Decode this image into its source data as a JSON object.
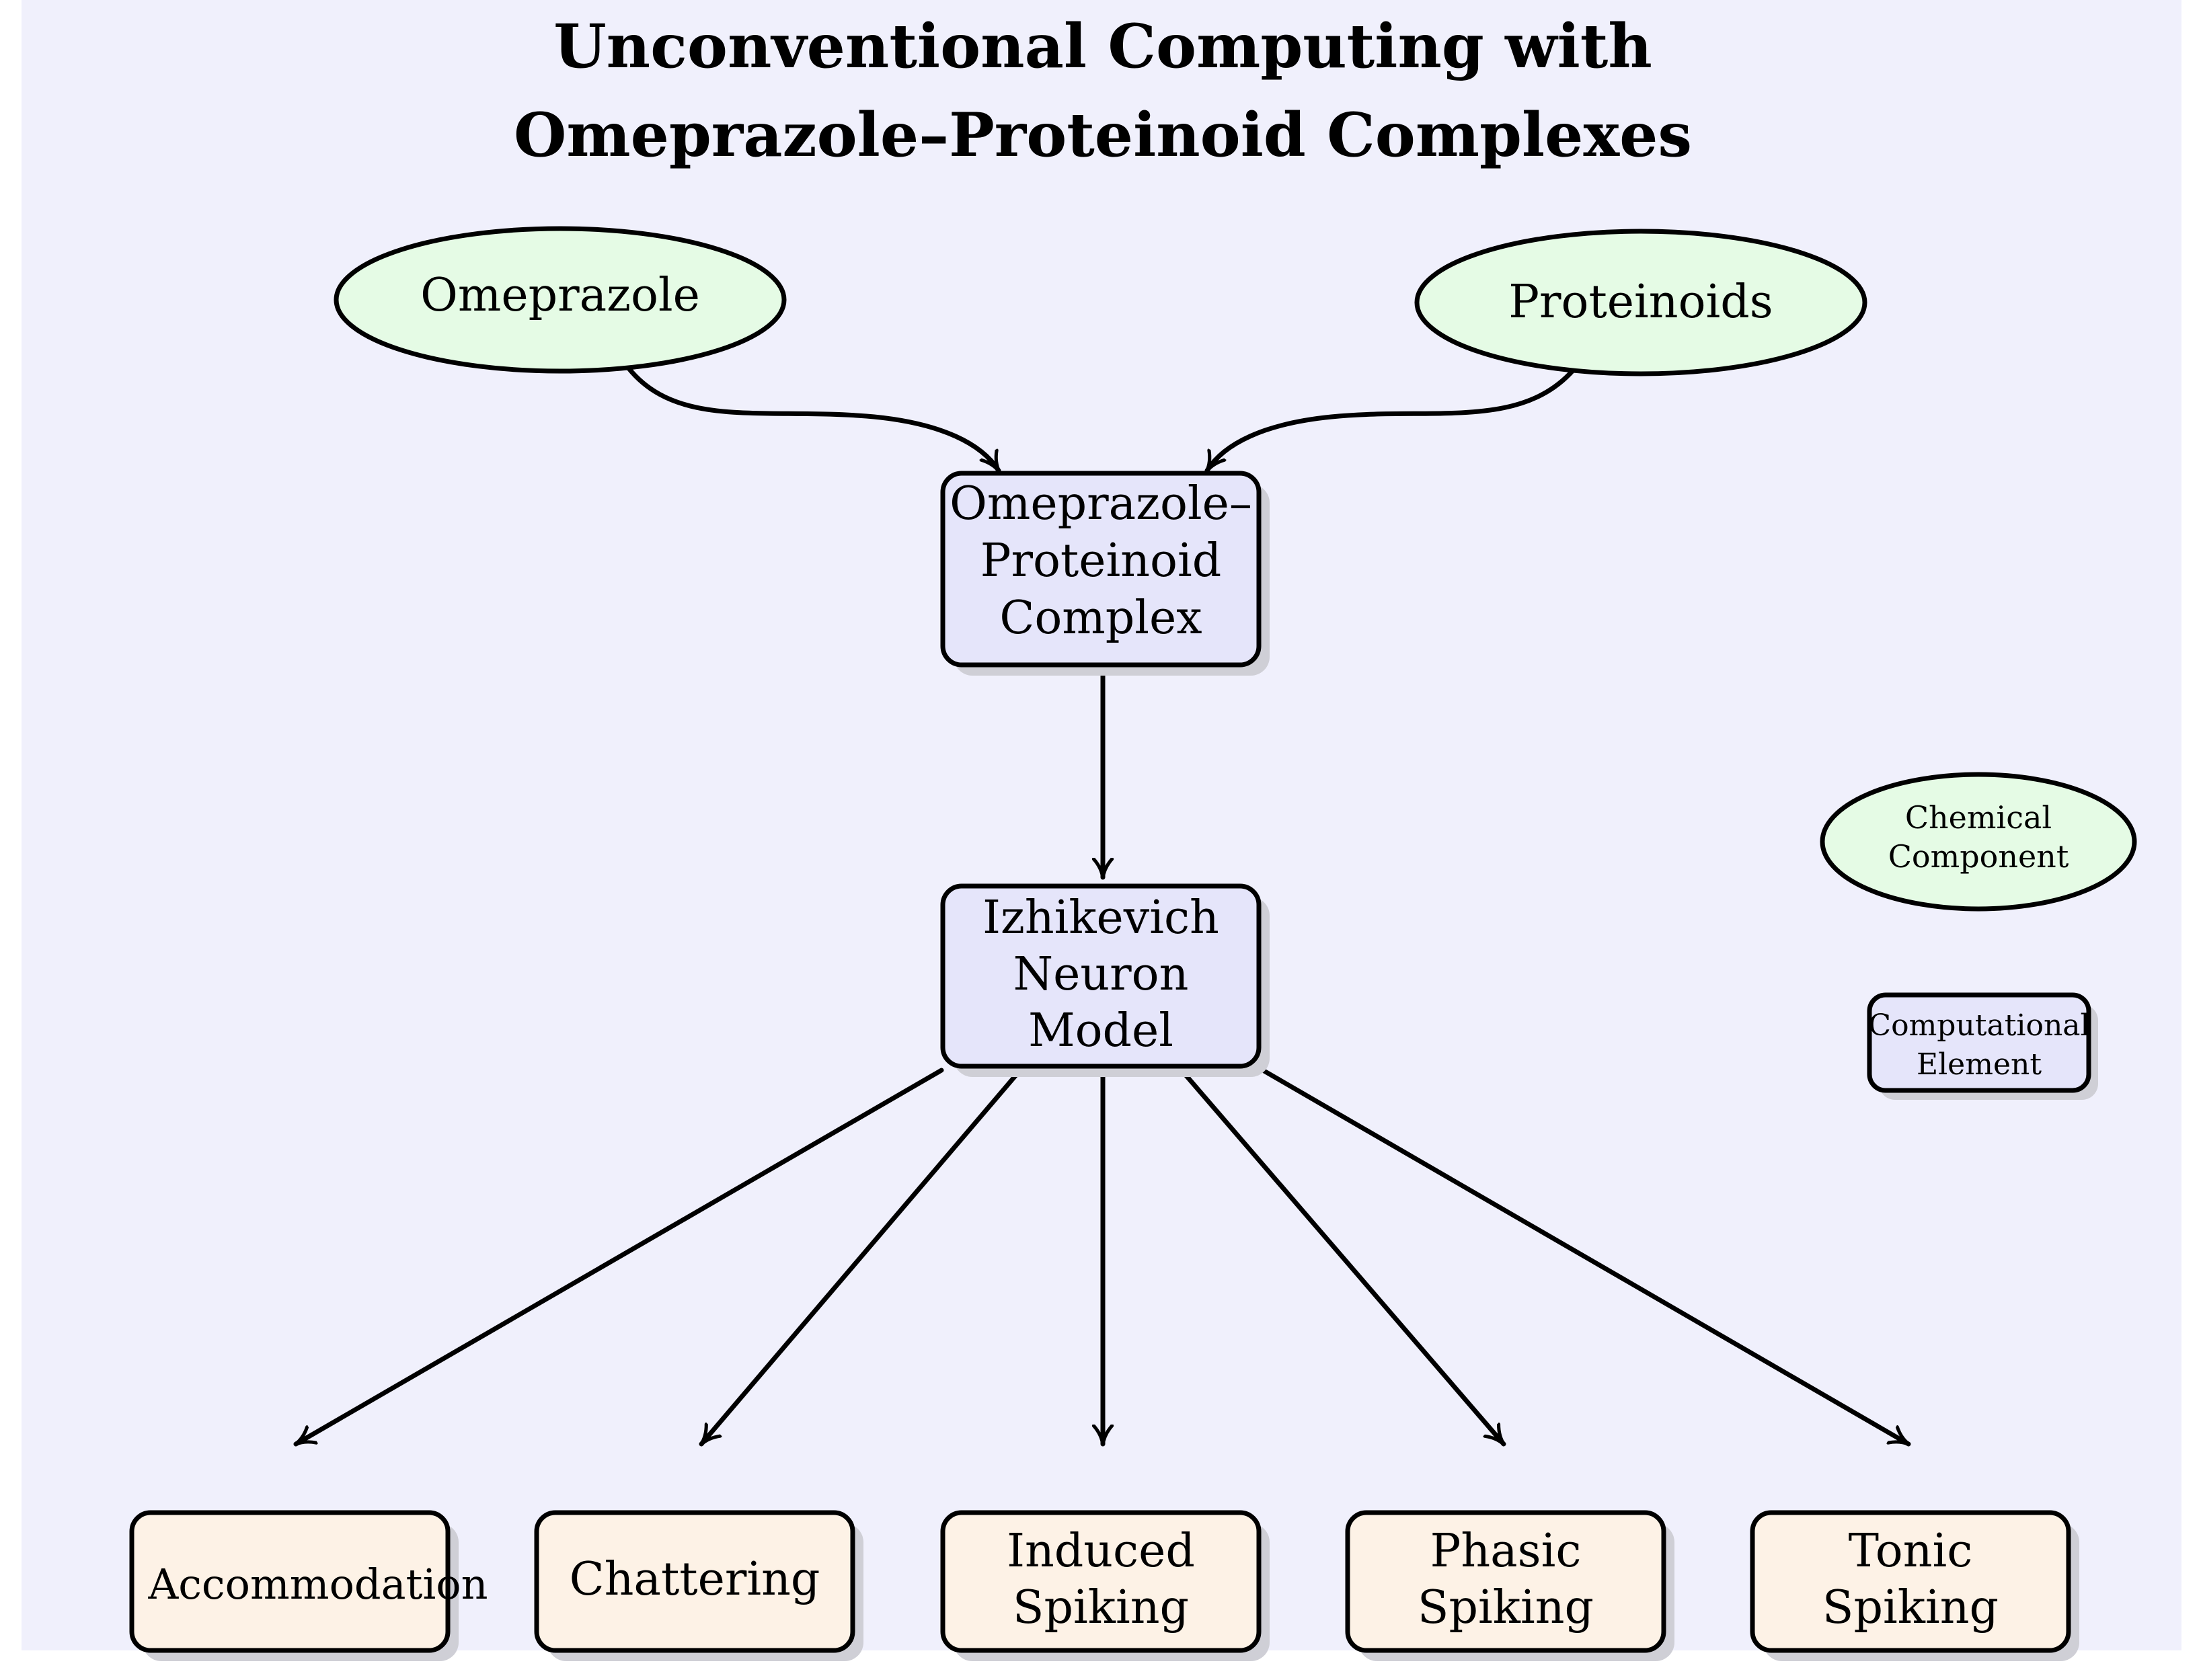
{
  "title": {
    "line1": "Unconventional Computing with",
    "line2": "Omeprazole–Proteinoid Complexes"
  },
  "nodes": {
    "omeprazole": "Omeprazole",
    "proteinoids": "Proteinoids",
    "complex": [
      "Omeprazole–",
      "Proteinoid",
      "Complex"
    ],
    "izhikevich": [
      "Izhikevich",
      "Neuron",
      "Model"
    ],
    "accommodation": [
      "Accommodation"
    ],
    "chattering": [
      "Chattering"
    ],
    "induced_spiking": [
      "Induced",
      "Spiking"
    ],
    "phasic_spiking": [
      "Phasic",
      "Spiking"
    ],
    "tonic_spiking": [
      "Tonic",
      "Spiking"
    ]
  },
  "legend": {
    "chemical": [
      "Chemical",
      "Component"
    ],
    "computational": [
      "Computational",
      "Element"
    ]
  },
  "colors": {
    "background": "#f0f0fc",
    "chemical_fill": "#e5fbe5",
    "computational_fill": "#e5e5fa",
    "behavior_fill": "#fdf2e6",
    "stroke": "#000000",
    "shadow": "#cfcfd6"
  }
}
